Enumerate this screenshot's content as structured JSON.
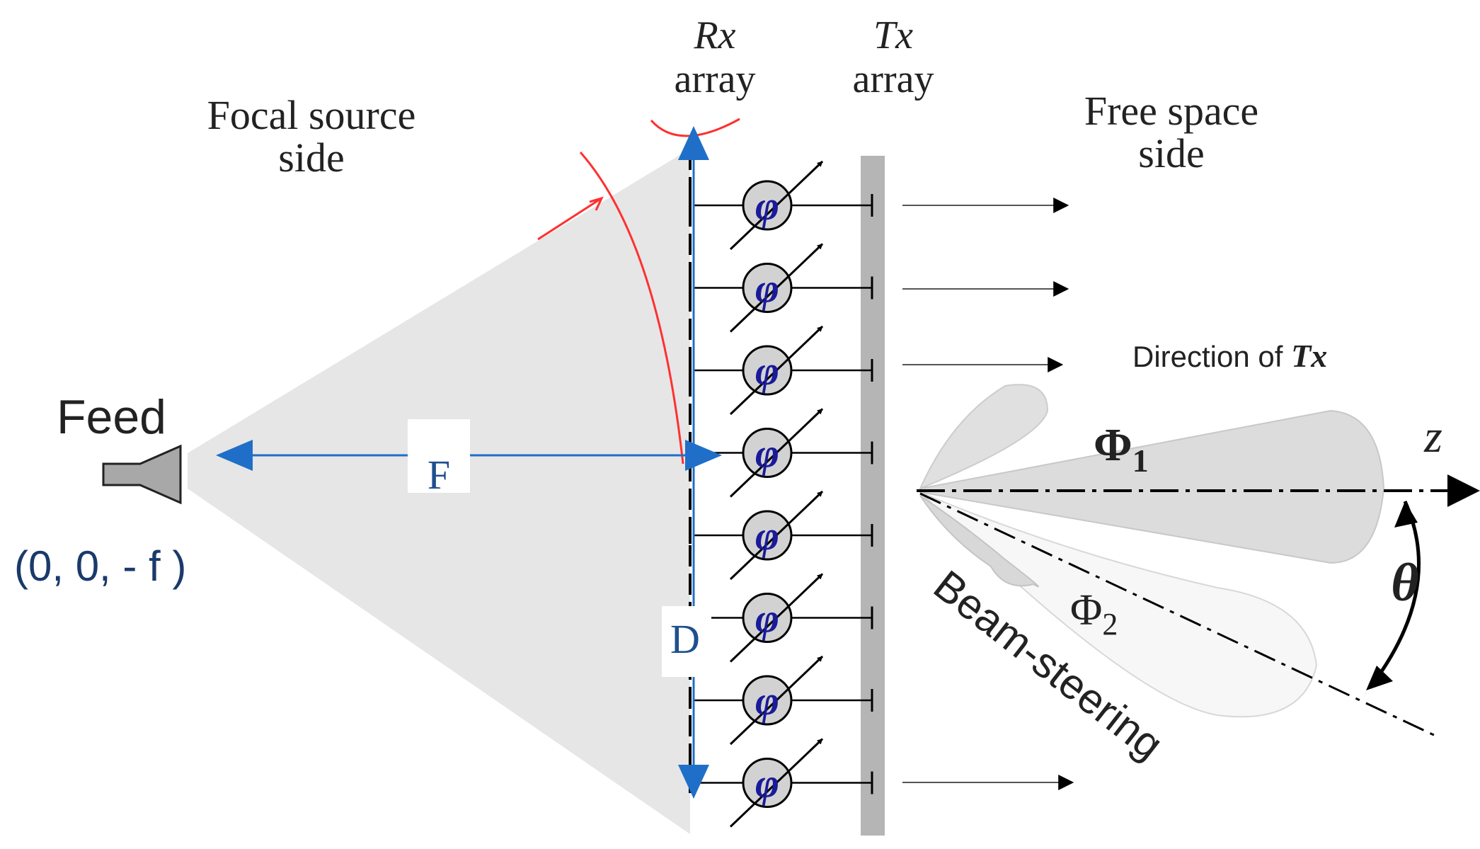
{
  "labels": {
    "rx_array_line1": "Rx",
    "rx_array_line2": "array",
    "tx_array_line1": "Tx",
    "tx_array_line2": "array",
    "focal_side_line1": "Focal source",
    "focal_side_line2": "side",
    "free_space_line1": "Free space",
    "free_space_line2": "side",
    "feed": "Feed",
    "feed_coords": "(0, 0, - f )",
    "focal_length": "F",
    "aperture": "D",
    "direction_prefix": "Direction of ",
    "direction_suffix": "Tx",
    "beam1": "Φ",
    "beam1_sub": "1",
    "beam2": "Φ",
    "beam2_sub": "2",
    "z_axis": "z",
    "theta": "θ",
    "beam_steering": "Beam-steering"
  },
  "phase_shifter_symbol": "φ",
  "element_count": 8,
  "colors": {
    "blue_arrow": "#1f6fc8",
    "red_wavefront": "#ff3030",
    "cone_fill": "#e6e6e6",
    "tx_array": "#b5b5b5",
    "phase_circle": "#d2d2d2",
    "phi_text": "#1a1a9a",
    "feed_coords_text": "#1a3a6a"
  }
}
